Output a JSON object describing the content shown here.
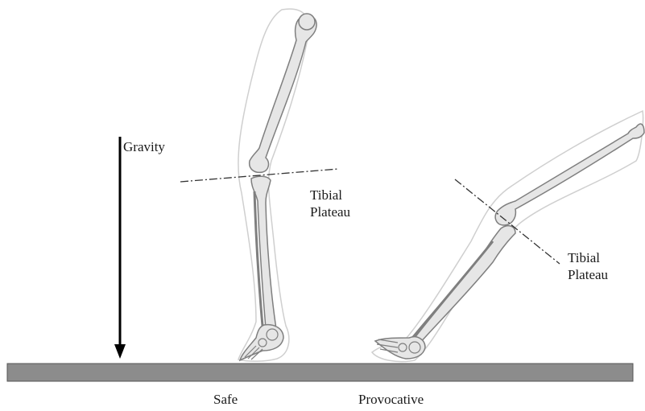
{
  "labels": {
    "gravity": "Gravity",
    "tibial_plateau_left": [
      "Tibial",
      "Plateau"
    ],
    "tibial_plateau_right": [
      "Tibial",
      "Plateau"
    ],
    "safe": "Safe",
    "provocative": "Provocative"
  },
  "colors": {
    "bone_fill": "#e6e6e6",
    "bone_stroke": "#7f7f7f",
    "skin_outline": "#c8c8c8",
    "ground": "#8c8c8c",
    "ground_stroke": "#555555",
    "arrow": "#000000"
  }
}
